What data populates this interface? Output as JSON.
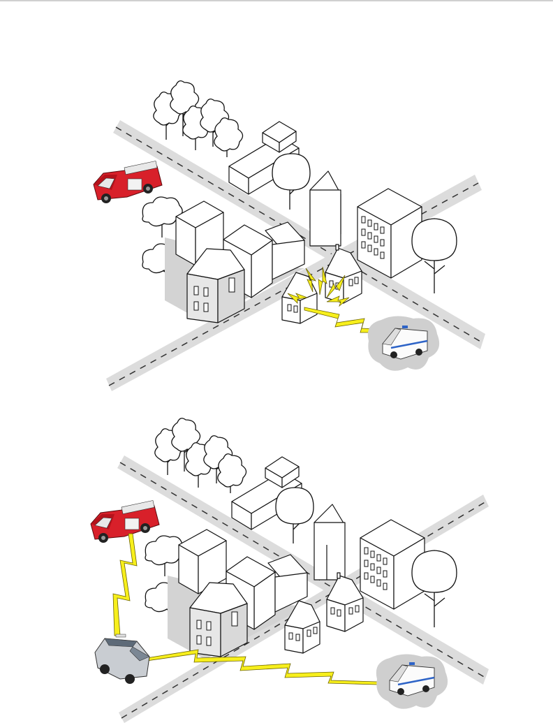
{
  "figure": {
    "panels": [
      {
        "id": "panel-1",
        "scene": "fire-truck-house-ambulance"
      },
      {
        "id": "panel-2",
        "scene": "fire-truck-suv-ambulance-relay"
      }
    ]
  },
  "colors": {
    "fire_truck": "#d8202a",
    "signal_bolt": "#f7ef1c",
    "road": "#dcdcdc",
    "shadow": "#d3d3d3"
  },
  "icons": [
    "tree-icon",
    "fire-truck-icon",
    "ambulance-icon",
    "suv-icon",
    "house-icon",
    "lightning-bolt-icon"
  ]
}
